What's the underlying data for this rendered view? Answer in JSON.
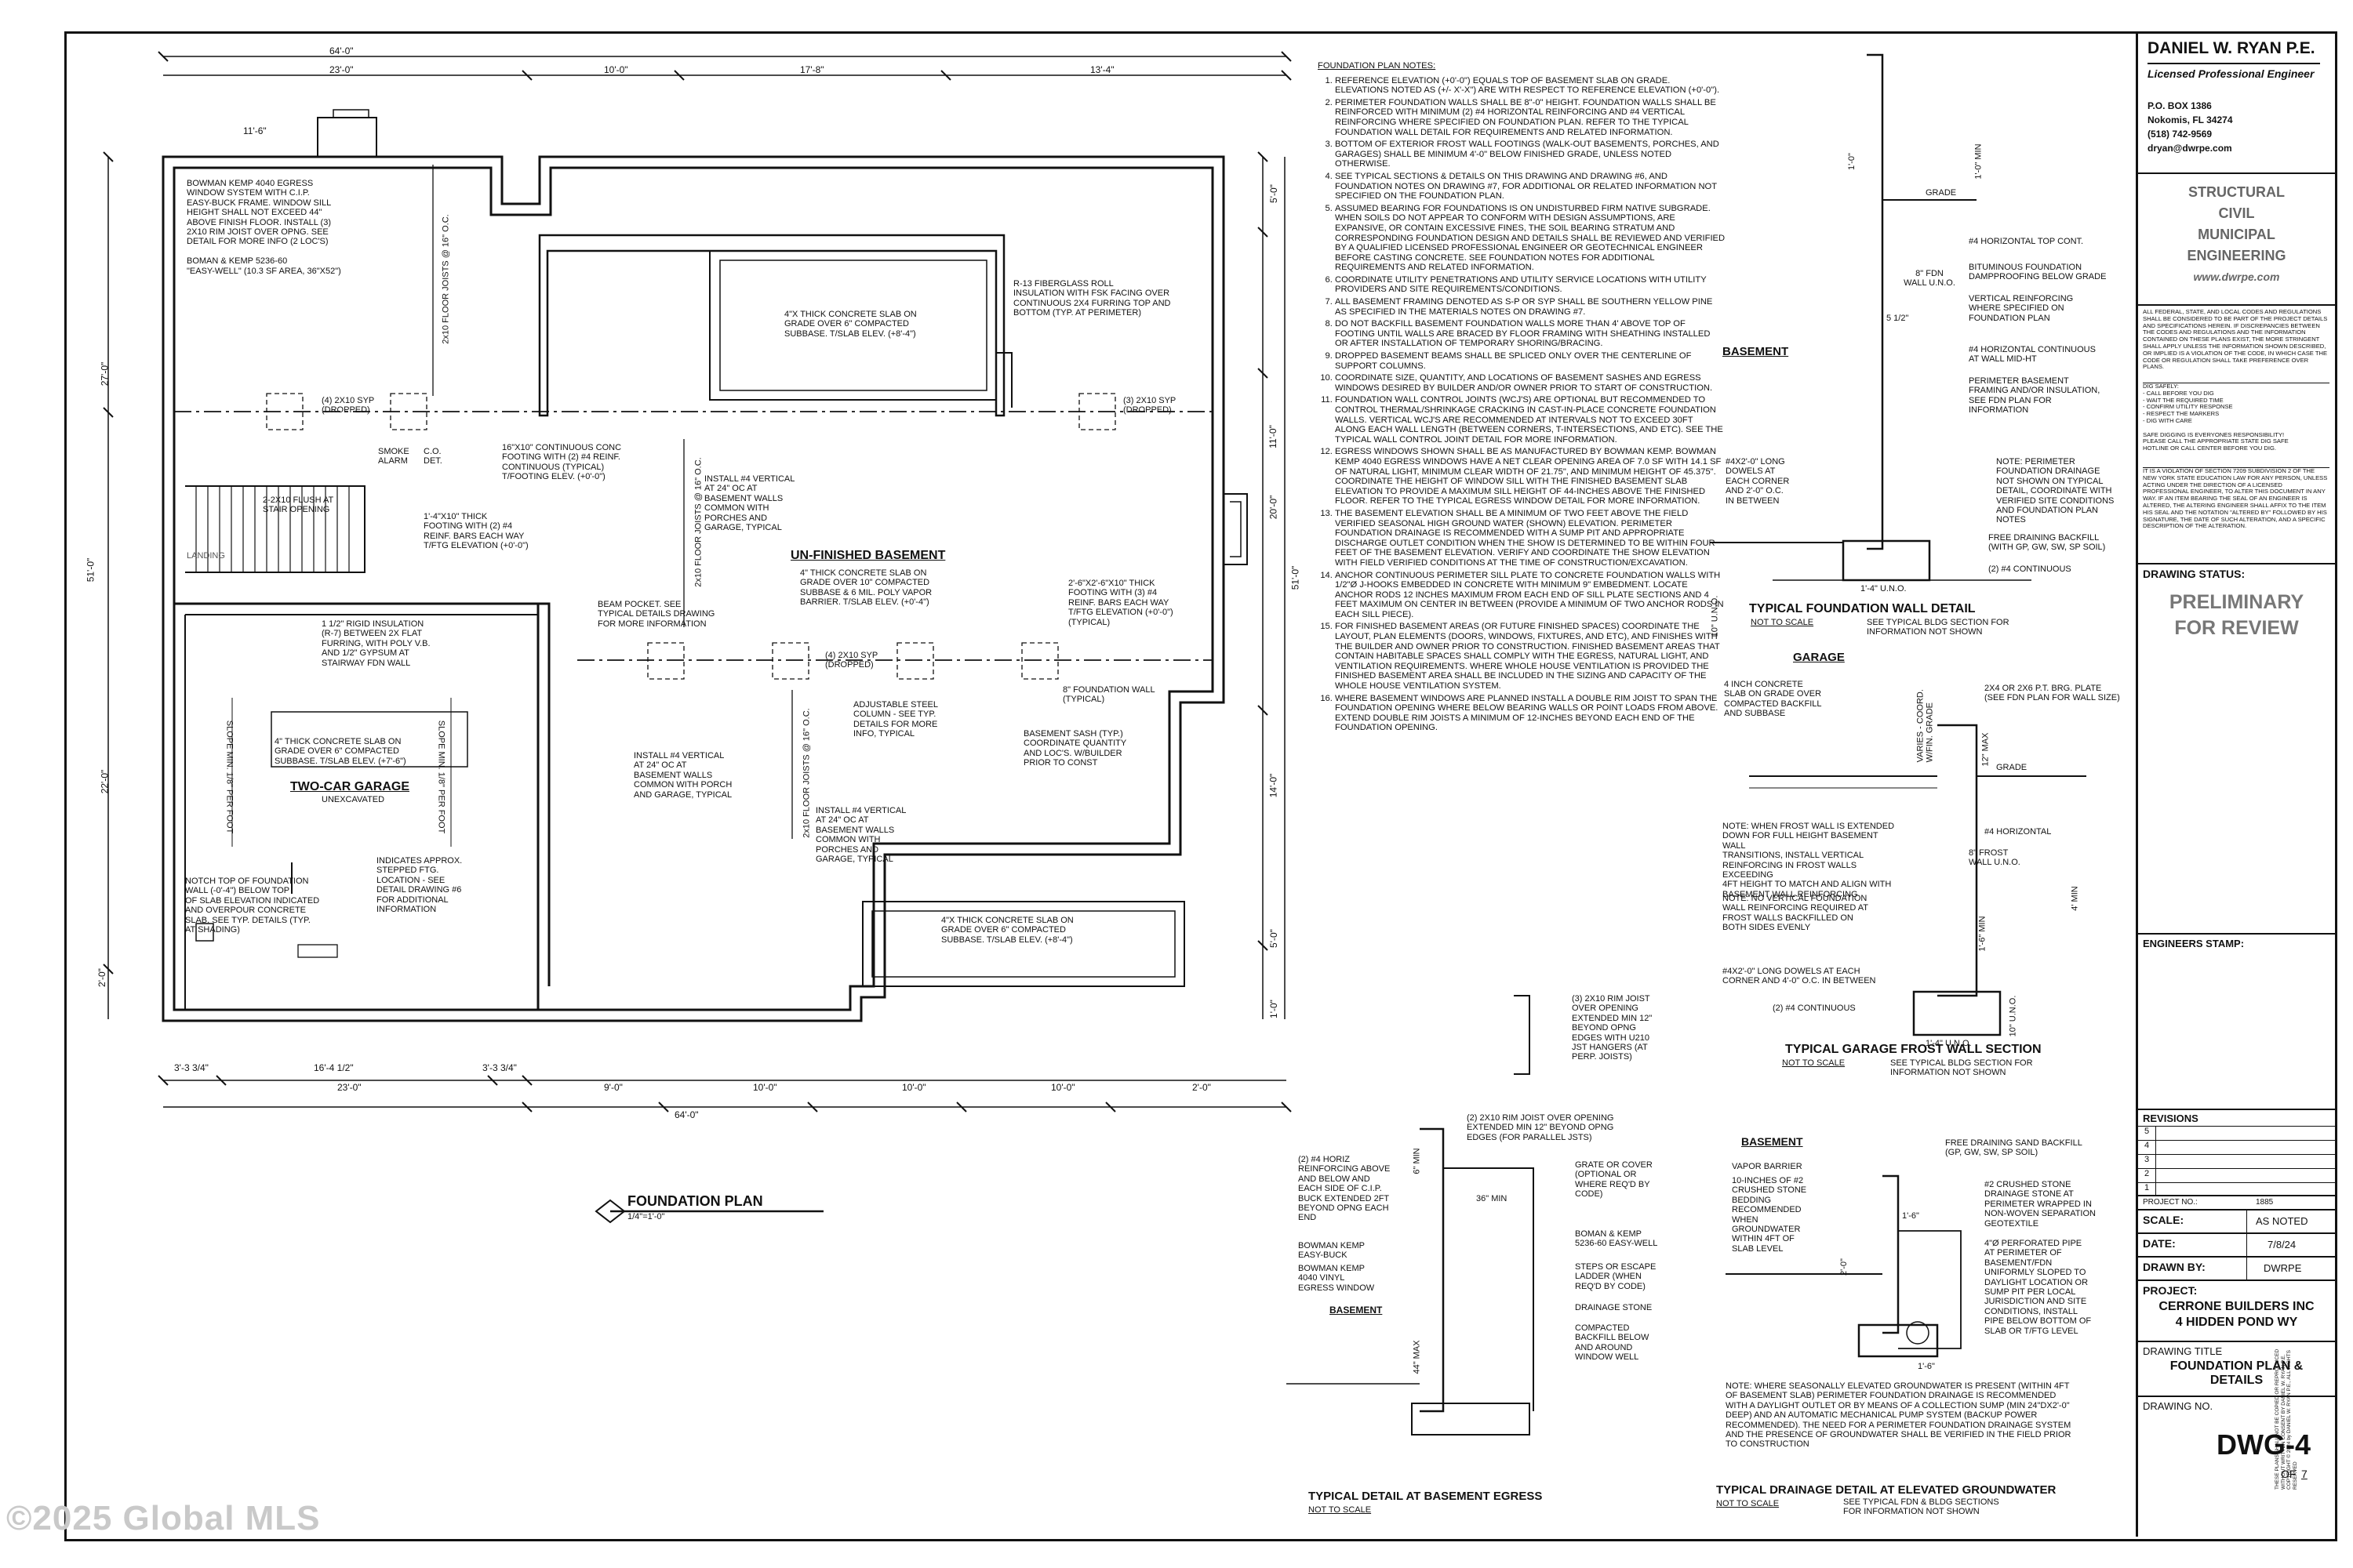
{
  "plan": {
    "title": "FOUNDATION PLAN",
    "scale": "1/4\"=1'-0\"",
    "dims_top": [
      "64'-0\"",
      "23'-0\"",
      "10'-0\"",
      "17'-8\"",
      "13'-4\"",
      "11'-6\""
    ],
    "dims_bottom": [
      "3'-3 3/4\"",
      "16'-4 1/2\"",
      "3'-3 3/4\"",
      "23'-0\"",
      "9'-0\"",
      "10'-0\"",
      "10'-0\"",
      "10'-0\"",
      "2'-0\"",
      "64'-0\""
    ],
    "dims_left": [
      "27'-0\"",
      "51'-0\"",
      "22'-0\"",
      "2'-0\""
    ],
    "dims_right": [
      "5'-0\"",
      "11'-0\"",
      "20'-0\"",
      "51'-0\"",
      "14'-0\"",
      "5'-0\"",
      "1'-0\""
    ],
    "room_unfinished": "UN-FINISHED BASEMENT",
    "room_garage": "TWO-CAR GARAGE",
    "room_garage_sub": "UNEXCAVATED",
    "landing": "LANDING",
    "slope_left": "SLOPE MIN. 1/8\" PER FOOT",
    "slope_right": "SLOPE MIN. 1/8\" PER FOOT",
    "joists": [
      "2x10 FLOOR JOISTS @ 16\" O.C.",
      "2x10 FLOOR JOISTS @ 16\" O.C.",
      "2x10 FLOOR JOISTS @ 16\" O.C."
    ],
    "callouts": {
      "egress": "BOWMAN KEMP 4040 EGRESS\nWINDOW SYSTEM WITH C.I.P.\nEASY-BUCK FRAME. WINDOW SILL\nHEIGHT SHALL NOT EXCEED 44\"\nABOVE FINISH FLOOR. INSTALL (3)\n2x10 RIM JOIST OVER OPNG. SEE\nDETAIL FOR MORE INFO (2 LOC'S)\n\nBOMAN & KEMP 5236-60\n\"EASY-WELL\" (10.3 SF AREA, 36\"x52\")",
      "slab_top": "4\"x THICK CONCRETE SLAB ON\nGRADE OVER 6\" COMPACTED\nSUBBASE. T/SLAB ELEV. (+8'-4\")",
      "r13": "R-13 FIBERGLASS ROLL\nINSULATION WITH FSK FACING OVER\nCONTINUOUS 2x4 FURRING TOP AND\nBOTTOM (TYP. AT PERIMETER)",
      "beam_2x10_left": "(4) 2x10 SYP\n(DROPPED)",
      "beam_2x10_right": "(3) 2x10 SYP\n(DROPPED)",
      "smoke": "SMOKE\nALARM",
      "co": "C.O.\nDET.",
      "footing16": "16\"x10\" CONTINUOUS CONC\nFOOTING WITH (2) #4 REINF.\nCONTINUOUS (TYPICAL)\nT/FOOTING ELEV. (+0'-0\")",
      "flush": "2-2x10 FLUSH AT\nSTAIR OPENING",
      "footing_thick": "1'-4\"x10\" THICK\nFOOTING WITH (2) #4\nREINF. BARS EACH WAY\nT/FTG ELEVATION (+0'-0\")",
      "vert1": "INSTALL #4 VERTICAL\nAT 24\" OC AT\nBASEMENT WALLS\nCOMMON WITH\nPORCHES AND\nGARAGE, TYPICAL",
      "slab_main": "4\" THICK CONCRETE SLAB ON\nGRADE OVER 10\" COMPACTED\nSUBBASE & 6 MIL. POLY VAPOR\nBARRIER. T/SLAB ELEV. (+0'-4\")",
      "footing_2x6": "2'-6\"X2'-6\"X10\" THICK\nFOOTING WITH (3) #4\nREINF. BARS EACH WAY\nT/FTG ELEVATION (+0'-0\")\n(TYPICAL)",
      "insul": "1 1/2\" RIGID INSULATION\n(R-7) BETWEEN 2X FLAT\nFURRING, WITH POLY V.B.\nAND 1/2\" GYPSUM AT\nSTAIRWAY FDN WALL",
      "beam_pocket": "BEAM POCKET. SEE\nTYPICAL DETAILS DRAWING\nFOR MORE INFORMATION",
      "beam_mid": "(4) 2x10 SYP\n(DROPPED)",
      "fdn_wall": "8\" FOUNDATION WALL\n(TYPICAL)",
      "steel_col": "ADJUSTABLE STEEL\nCOLUMN - SEE TYP.\nDETAILS FOR MORE\nINFO, TYPICAL",
      "slab_garage": "4\" THICK CONCRETE SLAB ON\nGRADE OVER 6\" COMPACTED\nSUBBASE. T/SLAB ELEV.   (+7'-6\")",
      "vert2": "INSTALL #4 VERTICAL\nAT 24\" OC AT\nBASEMENT WALLS\nCOMMON WITH PORCH\nAND GARAGE, TYPICAL",
      "sash": "BASEMENT SASH (TYP.)\nCOORDINATE QUANTITY\nAND LOC'S. W/BUILDER\nPRIOR TO CONST",
      "vert3": "INSTALL #4 VERTICAL\nAT 24\" OC AT\nBASEMENT WALLS\nCOMMON WITH\nPORCHES AND\nGARAGE, TYPICAL",
      "notch": "NOTCH TOP OF FOUNDATION\nWALL (-0'-4\") BELOW TOP\nOF SLAB ELEVATION INDICATED\nAND OVERPOUR CONCRETE\nSLAB. SEE TYP. DETAILS (TYP.\nAT SHADING)",
      "stepped": "INDICATES APPROX.\nSTEPPED FTG.\nLOCATION - SEE\nDETAIL DRAWING #6\nFOR ADDITIONAL\nINFORMATION",
      "slab_bottom": "4\"x THICK CONCRETE SLAB ON\nGRADE OVER 6\" COMPACTED\nSUBBASE. T/SLAB ELEV. (+8'-4\")"
    }
  },
  "notes": {
    "heading": "FOUNDATION PLAN NOTES:",
    "items": [
      "REFERENCE ELEVATION (+0'-0\") EQUALS TOP OF BASEMENT SLAB ON GRADE. ELEVATIONS NOTED AS (+/- X'-X\") ARE WITH RESPECT TO REFERENCE ELEVATION (+0'-0\").",
      "PERIMETER FOUNDATION WALLS SHALL BE 8\"-0\" HEIGHT. FOUNDATION WALLS SHALL BE REINFORCED WITH MINIMUM (2) #4 HORIZONTAL REINFORCING AND #4 VERTICAL REINFORCING WHERE SPECIFIED ON FOUNDATION PLAN. REFER TO THE TYPICAL FOUNDATION WALL DETAIL FOR REQUIREMENTS AND RELATED INFORMATION.",
      "BOTTOM OF EXTERIOR FROST WALL FOOTINGS (WALK-OUT BASEMENTS, PORCHES, AND GARAGES) SHALL BE MINIMUM 4'-0\" BELOW FINISHED GRADE, UNLESS NOTED OTHERWISE.",
      "SEE TYPICAL SECTIONS & DETAILS ON THIS DRAWING AND DRAWING #6, AND FOUNDATION NOTES ON DRAWING #7, FOR ADDITIONAL OR RELATED INFORMATION NOT SPECIFIED ON THE FOUNDATION PLAN.",
      "ASSUMED BEARING FOR FOUNDATIONS IS ON UNDISTURBED FIRM NATIVE SUBGRADE. WHEN SOILS DO NOT APPEAR TO CONFORM WITH DESIGN ASSUMPTIONS, ARE EXPANSIVE, OR CONTAIN EXCESSIVE FINES, THE SOIL BEARING STRATUM AND CORRESPONDING FOUNDATION DESIGN AND DETAILS SHALL BE REVIEWED AND VERIFIED BY A QUALIFIED LICENSED PROFESSIONAL ENGINEER OR GEOTECHNICAL ENGINEER BEFORE CASTING CONCRETE. SEE FOUNDATION NOTES FOR ADDITIONAL REQUIREMENTS AND RELATED INFORMATION.",
      "COORDINATE UTILITY PENETRATIONS AND UTILITY SERVICE LOCATIONS WITH UTILITY PROVIDERS AND SITE REQUIREMENTS/CONDITIONS.",
      "ALL BASEMENT FRAMING DENOTED AS S-P OR SYP SHALL BE SOUTHERN YELLOW PINE AS SPECIFIED IN THE MATERIALS NOTES ON DRAWING #7.",
      "DO NOT BACKFILL BASEMENT FOUNDATION WALLS MORE THAN 4' ABOVE TOP OF FOOTING UNTIL WALLS ARE BRACED BY FLOOR FRAMING WITH SHEATHING INSTALLED OR AFTER INSTALLATION OF TEMPORARY SHORING/BRACING.",
      "DROPPED BASEMENT BEAMS SHALL BE SPLICED ONLY OVER THE CENTERLINE OF SUPPORT COLUMNS.",
      "COORDINATE SIZE, QUANTITY, AND LOCATIONS OF BASEMENT SASHES AND EGRESS WINDOWS DESIRED BY BUILDER AND/OR OWNER PRIOR TO START OF CONSTRUCTION.",
      "FOUNDATION WALL CONTROL JOINTS (WCJ'S) ARE OPTIONAL BUT RECOMMENDED TO CONTROL THERMAL/SHRINKAGE CRACKING IN CAST-IN-PLACE CONCRETE FOUNDATION WALLS. VERTICAL WCJ'S ARE RECOMMENDED AT INTERVALS NOT TO EXCEED 30FT ALONG EACH WALL LENGTH (BETWEEN CORNERS, T-INTERSECTIONS, AND ETC). SEE THE TYPICAL WALL CONTROL JOINT DETAIL FOR MORE INFORMATION.",
      "EGRESS WINDOWS SHOWN SHALL BE AS MANUFACTURED BY BOWMAN KEMP. BOWMAN KEMP 4040 EGRESS WINDOWS HAVE A NET CLEAR OPENING AREA OF 7.0 SF WITH 14.1 SF OF NATURAL LIGHT, MINIMUM CLEAR WIDTH OF 21.75\", AND MINIMUM HEIGHT OF 45.375\". COORDINATE THE HEIGHT OF WINDOW SILL WITH THE FINISHED BASEMENT SLAB ELEVATION TO PROVIDE A MAXIMUM SILL HEIGHT OF 44-INCHES ABOVE THE FINISHED FLOOR. REFER TO THE TYPICAL EGRESS WINDOW DETAIL FOR MORE INFORMATION.",
      "THE BASEMENT ELEVATION SHALL BE A MINIMUM OF TWO FEET ABOVE THE FIELD VERIFIED SEASONAL HIGH GROUND WATER (SHOWN) ELEVATION. PERIMETER FOUNDATION DRAINAGE IS RECOMMENDED WITH A SUMP PIT AND APPROPRIATE DISCHARGE OUTLET CONDITION WHEN THE SHOW IS DETERMINED TO BE WITHIN FOUR FEET OF THE BASEMENT ELEVATION. VERIFY AND COORDINATE THE SHOW ELEVATION WITH FIELD VERIFIED CONDITIONS AT THE TIME OF CONSTRUCTION/EXCAVATION.",
      "ANCHOR CONTINUOUS PERIMETER SILL PLATE TO CONCRETE FOUNDATION WALLS WITH 1/2\"Ø J-HOOKS EMBEDDED IN CONCRETE WITH MINIMUM 9\" EMBEDMENT. LOCATE ANCHOR RODS 12 INCHES MAXIMUM FROM EACH END OF SILL PLATE SECTIONS AND 4 FEET MAXIMUM ON CENTER IN BETWEEN (PROVIDE A MINIMUM OF TWO ANCHOR RODS IN EACH SILL PIECE).",
      "FOR FINISHED BASEMENT AREAS (OR FUTURE FINISHED SPACES) COORDINATE THE LAYOUT, PLAN ELEMENTS (DOORS, WINDOWS, FIXTURES, AND ETC), AND FINISHES WITH THE BUILDER AND OWNER PRIOR TO CONSTRUCTION. FINISHED BASEMENT AREAS THAT CONTAIN HABITABLE SPACES SHALL COMPLY WITH THE EGRESS, NATURAL LIGHT, AND VENTILATION REQUIREMENTS. WHERE WHOLE HOUSE VENTILATION IS PROVIDED THE FINISHED BASEMENT AREA SHALL BE INCLUDED IN THE SIZING AND CAPACITY OF THE WHOLE HOUSE VENTILATION SYSTEM.",
      "WHERE BASEMENT WINDOWS ARE PLANNED INSTALL A DOUBLE RIM JOIST TO SPAN THE FOUNDATION OPENING WHERE BELOW BEARING WALLS OR POINT LOADS FROM ABOVE. EXTEND DOUBLE RIM JOISTS A MINIMUM OF 12-INCHES BEYOND EACH END OF THE FOUNDATION OPENING."
    ]
  },
  "details": {
    "fdn_wall": {
      "title": "TYPICAL FOUNDATION WALL DETAIL",
      "scale": "NOT TO SCALE",
      "ref": "SEE TYPICAL BLDG SECTION FOR\nINFORMATION NOT SHOWN",
      "label_basement": "BASEMENT",
      "grade": "GRADE",
      "fdn_wall": "8\" FDN\nWALL U.N.O.",
      "c1": "#4 HORIZONTAL TOP CONT.",
      "c2": "BITUMINOUS FOUNDATION\nDAMPPROOFING BELOW GRADE",
      "c3": "VERTICAL REINFORCING\nWHERE SPECIFIED ON\nFOUNDATION PLAN",
      "c4": "#4 HORIZONTAL CONTINUOUS\nAT WALL MID-HT",
      "c5": "PERIMETER BASEMENT\nFRAMING AND/OR INSULATION,\nSEE FDN PLAN FOR\nINFORMATION",
      "c6": "#4X2'-0\" LONG\nDOWELS AT\nEACH CORNER\nAND 2'-0\" O.C.\nIN BETWEEN",
      "c7": "NOTE: PERIMETER\nFOUNDATION DRAINAGE\nNOT SHOWN ON TYPICAL\nDETAIL, COORDINATE WITH\nVERIFIED SITE CONDITIONS\nAND FOUNDATION PLAN\nNOTES",
      "c8": "FREE DRAINING BACKFILL\n(WITH GP, GW, SW, SP SOIL)",
      "c9": "(2) #4 CONTINUOUS",
      "dim1": "1'-0\"",
      "dim2": "1'-0\" MIN",
      "dim3": "5 1/2\"",
      "dim4": "1'-4\" U.N.O.",
      "dim5": "10\" U.N.O."
    },
    "garage": {
      "title": "TYPICAL GARAGE FROST WALL SECTION",
      "scale": "NOT TO SCALE",
      "ref": "SEE TYPICAL BLDG SECTION FOR\nINFORMATION NOT SHOWN",
      "label": "GARAGE",
      "c1": "4 INCH CONCRETE\nSLAB ON GRADE OVER\nCOMPACTED BACKFILL\nAND SUBBASE",
      "c2": "2X4 OR 2X6 P.T. BRG. PLATE\n(SEE FDN PLAN FOR WALL SIZE)",
      "grade": "GRADE",
      "c3": "NOTE: WHEN FROST WALL IS EXTENDED\nDOWN FOR FULL HEIGHT BASEMENT WALL\nTRANSITIONS, INSTALL VERTICAL\nREINFORCING IN FROST WALLS EXCEEDING\n4FT HEIGHT TO MATCH AND ALIGN WITH\nBASEMENT WALL REINFORCING",
      "c4": "#4 HORIZONTAL",
      "c5": "8\" FROST\nWALL U.N.O.",
      "c6": "NOTE: NO VERTICAL FOUNDATION\nWALL REINFORCING REQUIRED AT\nFROST WALLS BACKFILLED ON\nBOTH SIDES EVENLY",
      "c7": "#4X2'-0\" LONG DOWELS AT EACH\nCORNER AND 4'-0\" O.C. IN BETWEEN",
      "c8": "(2) #4 CONTINUOUS",
      "v1": "VARIES - COORD.\nW/FIN. GRADE",
      "dim1": "12\" MAX",
      "dim2": "4' MIN",
      "dim3": "1'-6\" MIN",
      "dim4": "10\" U.N.O.",
      "dim5": "1'-4\" U.N.O."
    },
    "egress": {
      "title": "TYPICAL DETAIL AT BASEMENT EGRESS",
      "scale": "NOT TO SCALE",
      "label": "BASEMENT",
      "c1": "(3) 2x10 RIM JOIST\nOVER OPENING\nEXTENDED MIN 12\"\nBEYOND OPNG\nEDGES WITH U210\nJST HANGERS (AT\nPERP. JOISTS)",
      "c2": "(2) 2X10 RIM JOIST OVER OPENING\nEXTENDED MIN 12\" BEYOND OPNG\nEDGES (FOR PARALLEL JSTS)",
      "c3": "(2) #4 HORIZ\nREINFORCING ABOVE\nAND BELOW AND\nEACH SIDE OF C.I.P.\nBUCK EXTENDED 2FT\nBEYOND OPNG EACH\nEND",
      "c4": "BOWMAN KEMP\nEASY-BUCK",
      "c5": "BOWMAN KEMP\n4040 VINYL\nEGRESS WINDOW",
      "c6": "GRATE OR COVER\n(OPTIONAL OR\nWHERE REQ'D BY\nCODE)",
      "c7": "BOMAN & KEMP\n5236-60 EASY-WELL",
      "c8": "STEPS OR ESCAPE\nLADDER (WHEN\nREQ'D BY CODE)",
      "c9": "DRAINAGE STONE",
      "c10": "COMPACTED\nBACKFILL BELOW\nAND AROUND\nWINDOW WELL",
      "dim1": "36\" MIN",
      "dim2": "44\" MAX",
      "dim3": "6\" MIN"
    },
    "drain": {
      "title": "TYPICAL DRAINAGE DETAIL AT ELEVATED GROUNDWATER",
      "scale": "NOT TO SCALE",
      "ref": "SEE TYPICAL FDN & BLDG SECTIONS\nFOR INFORMATION NOT SHOWN",
      "label": "BASEMENT",
      "c1": "VAPOR BARRIER",
      "c2": "10-INCHES OF #2\nCRUSHED STONE\nBEDDING\nRECOMMENDED\nWHEN\nGROUNDWATER\nWITHIN 4FT OF\nSLAB LEVEL",
      "c3": "FREE DRAINING SAND BACKFILL\n(GP, GW, SW, SP SOIL)",
      "c4": "#2 CRUSHED STONE\nDRAINAGE STONE AT\nPERIMETER WRAPPED IN\nNON-WOVEN SEPARATION\nGEOTEXTILE",
      "c5": "4\"Ø PERFORATED PIPE\nAT PERIMETER OF\nBASEMENT/FDN\nUNIFORMLY SLOPED TO\nDAYLIGHT LOCATION OR\nSUMP PIT PER LOCAL\nJURISDICTION AND SITE\nCONDITIONS, INSTALL\nPIPE BELOW BOTTOM OF\nSLAB OR T/FTG LEVEL",
      "c6": "NOTE: WHERE SEASONALLY ELEVATED GROUNDWATER IS PRESENT (WITHIN 4FT\nOF BASEMENT SLAB) PERIMETER FOUNDATION DRAINAGE IS RECOMMENDED\nWITH A DAYLIGHT OUTLET OR BY MEANS OF A COLLECTION SUMP (MIN 24\"DX2'-0\"\nDEEP) AND AN AUTOMATIC MECHANICAL PUMP SYSTEM (BACKUP POWER\nRECOMMENDED). THE NEED FOR A PERIMETER FOUNDATION DRAINAGE SYSTEM\nAND THE PRESENCE OF GROUNDWATER SHALL BE VERIFIED IN THE FIELD PRIOR\nTO CONSTRUCTION",
      "dim1": "1'-6\"",
      "dim2": "1'-6\"",
      "dim3": "2'-0\""
    }
  },
  "titleblock": {
    "name": "DANIEL W. RYAN P.E.",
    "subtitle": "Licensed Professional Engineer",
    "address1": "P.O. BOX 1386",
    "address2": "Nokomis, FL 34274",
    "phone": "(518) 742-9569",
    "email": "dryan@dwrpe.com",
    "disciplines": [
      "STRUCTURAL",
      "CIVIL",
      "MUNICIPAL",
      "ENGINEERING"
    ],
    "website": "www.dwrpe.com",
    "legal1": "ALL FEDERAL, STATE, AND LOCAL CODES AND REGULATIONS SHALL BE CONSIDERED TO BE PART OF THE PROJECT DETAILS AND SPECIFICATIONS HEREIN. IF DISCREPANCIES BETWEEN THE CODES AND REGULATIONS AND THE INFORMATION CONTAINED ON THESE PLANS EXIST, THE MORE STRINGENT SHALL APPLY UNLESS THE INFORMATION SHOWN DESCRIBED, OR IMPLIED IS A VIOLATION OF THE CODE, IN WHICH CASE THE CODE OR REGULATION SHALL TAKE PREFERENCE OVER PLANS.",
    "dig": "DIG SAFELY:\n- CALL BEFORE YOU DIG\n- WAIT THE REQUIRED TIME\n- CONFIRM UTILITY RESPONSE\n- RESPECT THE MARKERS\n- DIG WITH CARE\n\nSAFE DIGGING IS EVERYONES RESPONSIBILITY!\nPLEASE CALL THE APPROPRIATE STATE DIG SAFE\nHOTLINE OR CALL CENTER BEFORE YOU DIG.",
    "legal2": "IT IS A VIOLATION OF SECTION 7209 SUBDIVISION 2 OF THE NEW YORK STATE EDUCATION LAW FOR ANY PERSON, UNLESS ACTING UNDER THE DIRECTION OF A LICENSED PROFESSIONAL ENGINEER, TO ALTER THIS DOCUMENT IN ANY WAY. IF AN ITEM BEARING THE SEAL OF AN ENGINEER IS ALTERED, THE ALTERING ENGINEER SHALL AFFIX TO THE ITEM HIS SEAL AND THE NOTATION \"ALTERED BY\" FOLLOWED BY HIS SIGNATURE, THE DATE OF SUCH ALTERATION, AND A SPECIFIC DESCRIPTION OF THE ALTERATION.",
    "status_label": "DRAWING STATUS:",
    "status": "PRELIMINARY\nFOR REVIEW",
    "stamp_label": "ENGINEERS STAMP:",
    "revisions_label": "REVISIONS",
    "revisions": [
      "5",
      "4",
      "3",
      "2",
      "1"
    ],
    "project_no_label": "PROJECT NO.:",
    "project_no": "1885",
    "scale_label": "SCALE:",
    "scale": "AS NOTED",
    "date_label": "DATE:",
    "date": "7/8/24",
    "drawn_label": "DRAWN BY:",
    "drawn": "DWRPE",
    "project_label": "PROJECT:",
    "project1": "CERRONE BUILDERS INC",
    "project2": "4 HIDDEN POND WY",
    "dtitle_label": "DRAWING TITLE",
    "dtitle": "FOUNDATION PLAN &\nDETAILS",
    "dno_label": "DRAWING NO.",
    "dno": "DWG-4",
    "of_label": "OF",
    "of": "7",
    "vertical": "THESE PLANS SHALL NOT BE COPIED OR REPRODUCED WITHOUT WRITTEN CONSENT BY DANIEL W. RYAN P.E.\nCOPYRIGHT © 2024 by DANIEL W. RYAN P.E., ALL RIGHTS RESERVED"
  },
  "watermark": "©2025 Global MLS"
}
